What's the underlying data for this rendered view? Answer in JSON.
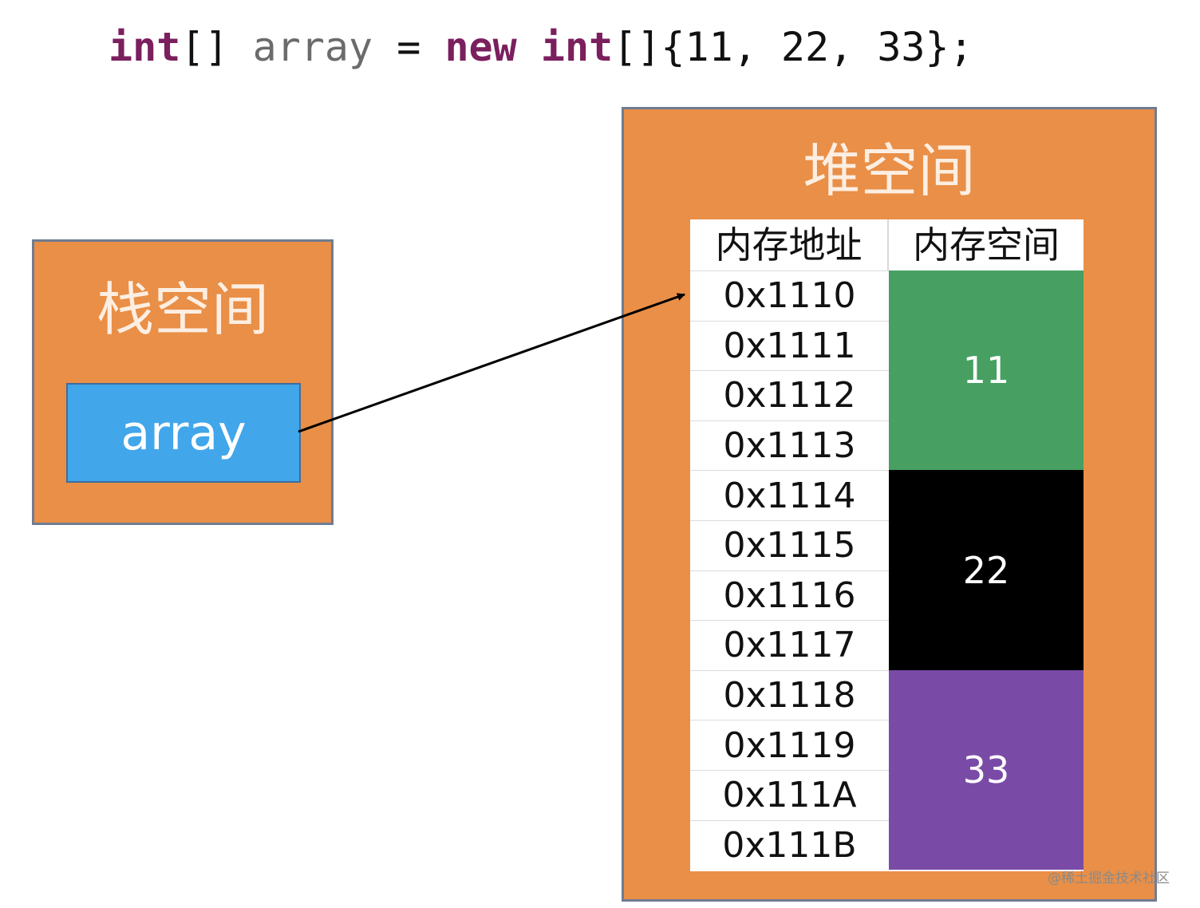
{
  "code": {
    "t1": "int",
    "t2": "[] ",
    "t3": "array",
    "t4": " = ",
    "t5": "new",
    "t6": " ",
    "t7": "int",
    "t8": "[]{11, 22, 33};"
  },
  "stack": {
    "title": "栈空间",
    "variable": "array"
  },
  "heap": {
    "title": "堆空间",
    "col_address": "内存地址",
    "col_space": "内存空间",
    "addresses": [
      "0x1110",
      "0x1111",
      "0x1112",
      "0x1113",
      "0x1114",
      "0x1115",
      "0x1116",
      "0x1117",
      "0x1118",
      "0x1119",
      "0x111A",
      "0x111B"
    ],
    "values": [
      {
        "value": "11",
        "color": "#47a062"
      },
      {
        "value": "22",
        "color": "#000000"
      },
      {
        "value": "33",
        "color": "#7a4ba6"
      }
    ]
  },
  "watermark": "@稀土掘金技术社区"
}
